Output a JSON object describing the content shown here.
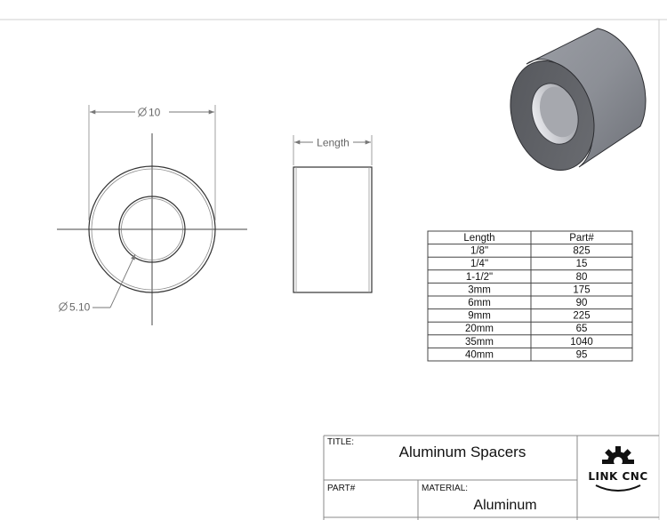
{
  "dimensions": {
    "outer_diameter": "10",
    "inner_diameter": "5.10",
    "length_label": "Length"
  },
  "table": {
    "headers": [
      "Length",
      "Part#"
    ],
    "rows": [
      [
        "1/8\"",
        "825"
      ],
      [
        "1/4\"",
        "15"
      ],
      [
        "1-1/2\"",
        "80"
      ],
      [
        "3mm",
        "175"
      ],
      [
        "6mm",
        "90"
      ],
      [
        "9mm",
        "225"
      ],
      [
        "20mm",
        "65"
      ],
      [
        "35mm",
        "1040"
      ],
      [
        "40mm",
        "95"
      ]
    ]
  },
  "title_block": {
    "title_label": "TITLE:",
    "title_value": "Aluminum Spacers",
    "part_label": "PART#",
    "part_value": "",
    "material_label": "MATERIAL:",
    "material_value": "Aluminum"
  },
  "logo": {
    "text": "LINK CNC",
    "icon": "gear-icon"
  }
}
